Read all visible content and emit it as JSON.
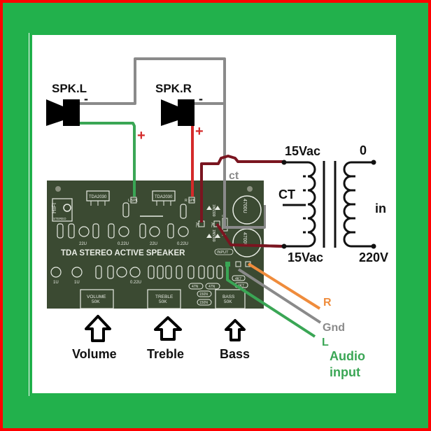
{
  "colors": {
    "outer_border": "#ff0000",
    "frame": "#22b14c",
    "panel": "#ffffff",
    "pcb": "#3b4a32",
    "wire_gray": "#8a8a8a",
    "wire_green": "#3aa655",
    "wire_red": "#d42a2a",
    "wire_darkred": "#7a1520",
    "wire_orange": "#ef8c3c",
    "label_orange": "#ef8c3c",
    "label_gray": "#8a8a8a",
    "label_green": "#3aa655"
  },
  "speakers": {
    "left": {
      "label": "SPK.L",
      "minus": "-",
      "plus": "+"
    },
    "right": {
      "label": "SPK.R",
      "minus": "-",
      "plus": "+"
    }
  },
  "transformer": {
    "secondary_top": "15Vac",
    "secondary_center": "CT",
    "secondary_bottom": "15Vac",
    "primary_top": "0",
    "primary_label": "in",
    "primary_bottom": "220V",
    "ct_wire_label": "ct"
  },
  "pcb": {
    "title": "TDA STEREO ACTIVE SPEAKER",
    "logo": {
      "top": "HIFI",
      "bottom": "STEREO"
    },
    "ic_labels": [
      "TDA2030",
      "TDA2030"
    ],
    "pads": {
      "l_spk": "L SPK",
      "r_spk": "R SPK",
      "ac1": "AC",
      "ac2": "AC",
      "ct": "CT",
      "sp": "SP",
      "input": "INPUT"
    },
    "diodes": [
      "1N5399",
      "1N5399"
    ],
    "caps_big": [
      "4700U",
      "4700U"
    ],
    "caps_row1": [
      "22U",
      "0.22U",
      "22U",
      "0.22U"
    ],
    "caps_row2": [
      "1U",
      "1U",
      "0.22U"
    ],
    "small_parts": [
      "47N",
      "47N",
      "150N",
      "150N",
      "4K7",
      "4K7"
    ],
    "pots": [
      {
        "name": "VOLUME",
        "value": "50K"
      },
      {
        "name": "TREBLE",
        "value": "50K"
      },
      {
        "name": "BASS",
        "value": "50K"
      }
    ]
  },
  "controls": [
    {
      "label": "Volume"
    },
    {
      "label": "Treble"
    },
    {
      "label": "Bass"
    }
  ],
  "audio_input": {
    "r": "R",
    "gnd": "Gnd",
    "l": "L",
    "title_line1": "Audio",
    "title_line2": "input"
  }
}
